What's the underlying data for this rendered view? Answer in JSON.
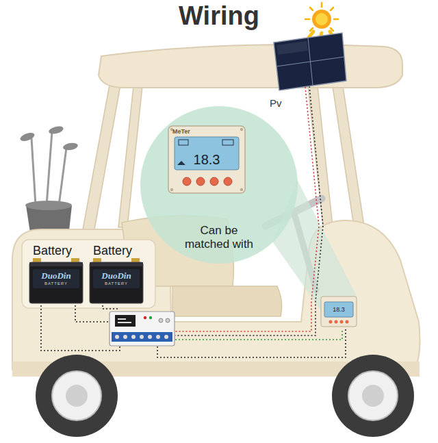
{
  "diagram": {
    "title": "Wiring",
    "nodes": [
      {
        "text": [
          "Pv"
        ]
      },
      {
        "text": [
          "Can be matched with"
        ]
      },
      {
        "text": [
          "MeTer",
          "18.3"
        ],
        "in": 1
      },
      {
        "text": [
          "Battery",
          "DuoDin",
          "BATTERY"
        ]
      },
      {
        "text": [
          "Battery",
          "DuoDin",
          "BATTERY"
        ]
      },
      {
        "text": [
          "18.3"
        ]
      }
    ]
  }
}
